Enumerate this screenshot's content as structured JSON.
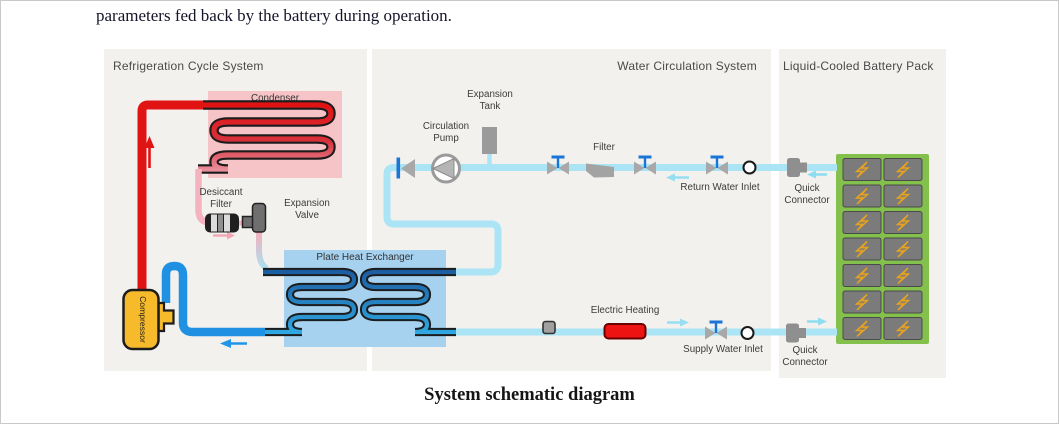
{
  "page": {
    "top_text": "parameters fed back by the battery during operation.",
    "caption": "System schematic diagram"
  },
  "panels": {
    "refrigeration": {
      "title": "Refrigeration Cycle System"
    },
    "water": {
      "title": "Water Circulation System"
    },
    "battery": {
      "title": "Liquid-Cooled Battery Pack"
    }
  },
  "refrigeration": {
    "condenser_label": "Condenser",
    "desiccant_filter_label": "Desiccant\nFilter",
    "expansion_valve_label": "Expansion\nValve",
    "compressor_label": "Compressor",
    "heat_exchanger_label": "Plate Heat Exchanger"
  },
  "water": {
    "expansion_tank_label": "Expansion\nTank",
    "circulation_pump_label": "Circulation\nPump",
    "filter_label": "Filter",
    "return_water_inlet_label": "Return Water Inlet",
    "electric_heating_label": "Electric Heating",
    "supply_water_inlet_label": "Supply Water Inlet",
    "quick_connector_top_label": "Quick\nConnector",
    "quick_connector_bottom_label": "Quick\nConnector"
  },
  "battery": {
    "cell_count": 14,
    "cols": 2,
    "rows": 7
  },
  "colors": {
    "hot_refrigerant_pipe": "#e11414",
    "liquid_refrigerant_pipe": "#f4b3bf",
    "suction_refrigerant_pipe": "#2090e2",
    "coolant_water_pipe": "#abe5f5",
    "condenser_background": "#f6c3c6",
    "heat_exchanger_background": "#a6d2f0",
    "compressor_body": "#f6ba2a",
    "battery_pack_green": "#84c14c",
    "battery_cell_gray": "#7b7b7b",
    "lightning_bolt": "#e8a31e",
    "valve_blue": "#1b75d4",
    "component_gray": "#a0a0a0",
    "electric_heater_red": "#ee1313",
    "panel_background": "#f2f1ee"
  }
}
